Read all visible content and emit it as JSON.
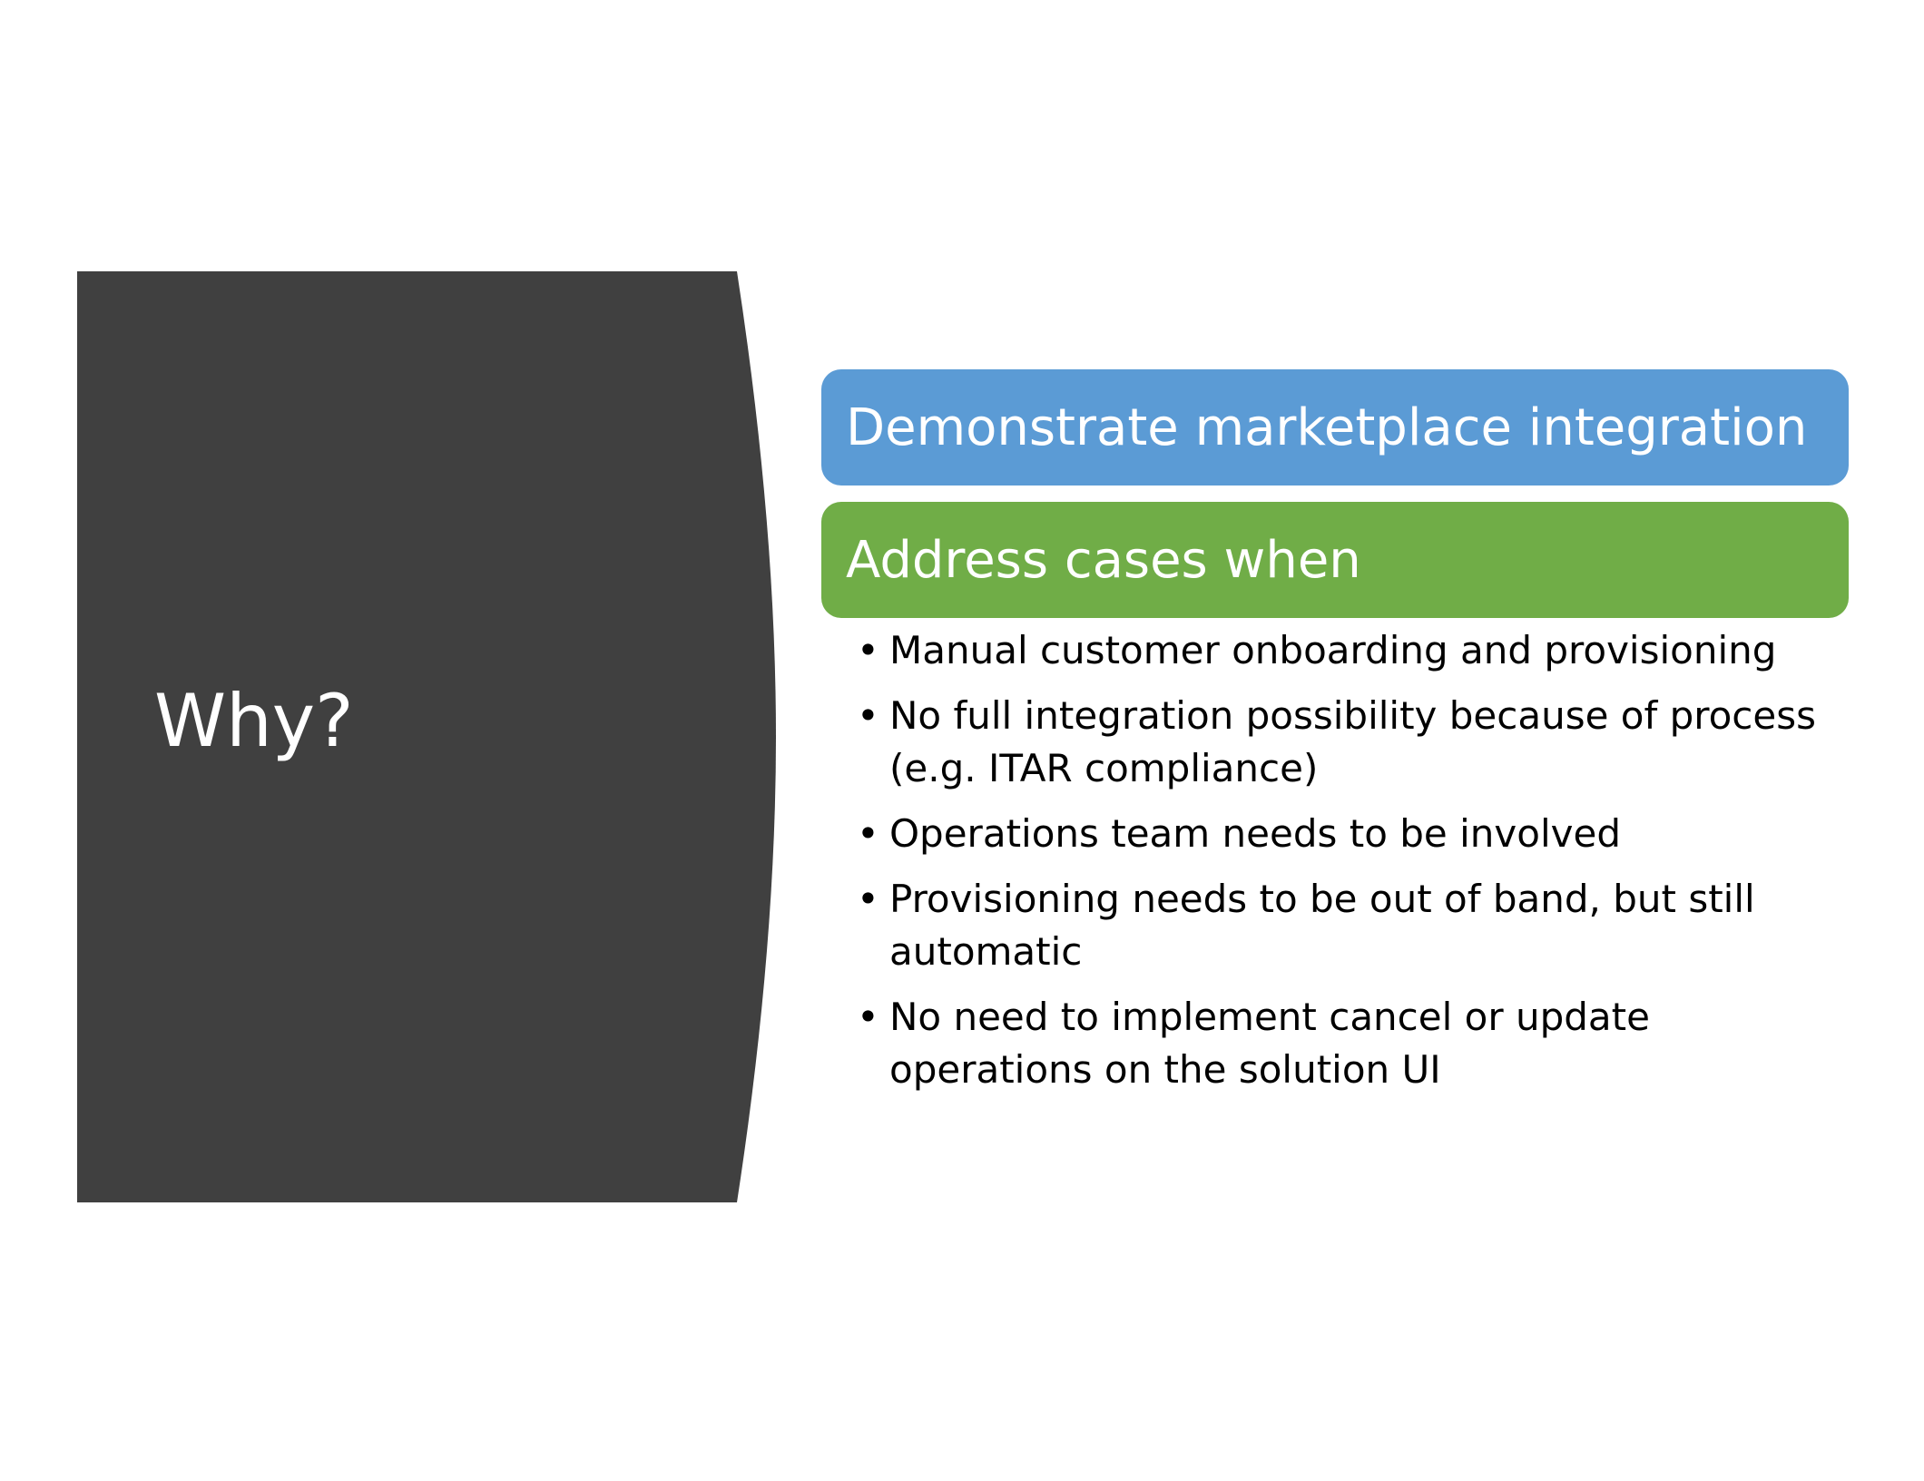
{
  "slide": {
    "title": "Why?",
    "panel_color": "#404040",
    "boxes": [
      {
        "label": "Demonstrate marketplace integration",
        "color": "#5b9bd5"
      },
      {
        "label": "Address cases when",
        "color": "#70ad47"
      }
    ],
    "bullets": [
      "Manual customer onboarding and provisioning",
      "No full integration possibility because of process (e.g. ITAR compliance)",
      "Operations team needs to be involved",
      "Provisioning needs to be out of band, but still automatic",
      "No need to implement cancel or update operations on the solution UI"
    ]
  }
}
